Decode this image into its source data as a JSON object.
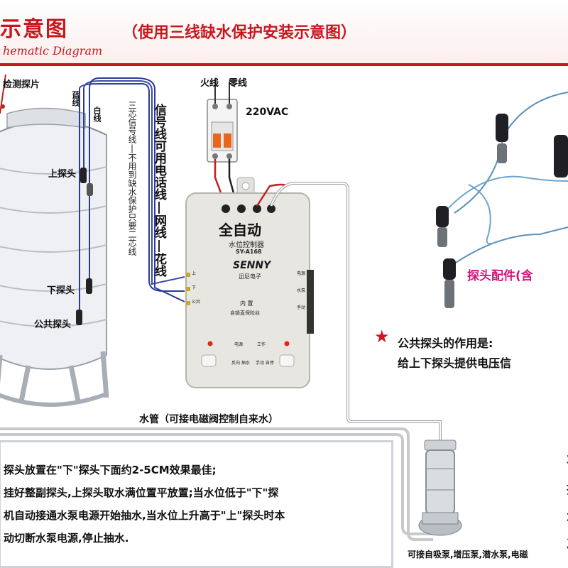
{
  "header": {
    "title": "示意图",
    "subtitle": "hematic Diagram",
    "paren_title": "（使用三线缺水保护安装示意图）"
  },
  "tank": {
    "top_probe_label": "检测探片",
    "blue_wire": "蓝线",
    "white_wire": "白线",
    "upper_probe": "上探头",
    "lower_probe": "下探头",
    "common_probe": "公共探头"
  },
  "cable_notes": {
    "three_core": "三芯信号线|不用到缺水保护只要二芯线",
    "signal_wire": "信号线可用电话线|网线|花线"
  },
  "power": {
    "live_wire": "火线",
    "neutral_wire": "零线",
    "voltage": "220VAC"
  },
  "controller": {
    "brand_cn": "全自动",
    "subtitle": "水位控制器",
    "model": "SY-A168",
    "logo": "SENNY",
    "maker": "迅尼电子",
    "builtin": "内  置",
    "builtin2": "自锁直保险丝",
    "btn_left_top": "电源",
    "btn_right_top": "工作",
    "btn_left_bottom": "反向 抽水",
    "btn_right_bottom": "手动 自停",
    "left_term_1": "上",
    "left_term_2": "下",
    "left_term_3": "公共",
    "right_term_1": "电源",
    "right_term_2": "水泵",
    "right_term_3": "手动"
  },
  "pipe": {
    "caption": "水管（可接电磁阀控制自来水）"
  },
  "accessory": {
    "label": "探头配件(含",
    "common_question": "公共探头的作用是:",
    "common_answer": "给上下探头提供电压信"
  },
  "notes": {
    "line1": "探头放置在\"下\"探头下面约2-5CM效果最佳;",
    "line2": "挂好整副探头,上探头取水满位置平放置;当水位低于\"下\"探",
    "line3": "机自动接通水泵电源开始抽水,当水位上升高于\"上\"探头时本",
    "line4": "动切断水泵电源,停止抽水."
  },
  "pump": {
    "caption": "可接自吸泵,增压泵,潜水泵,电磁"
  },
  "right_edge": {
    "chars": "不 抽 水 况"
  },
  "colors": {
    "accent": "#c8161d",
    "pink": "#d2157c",
    "wire_blue": "#2a3c9a",
    "wire_red": "#c02020"
  }
}
